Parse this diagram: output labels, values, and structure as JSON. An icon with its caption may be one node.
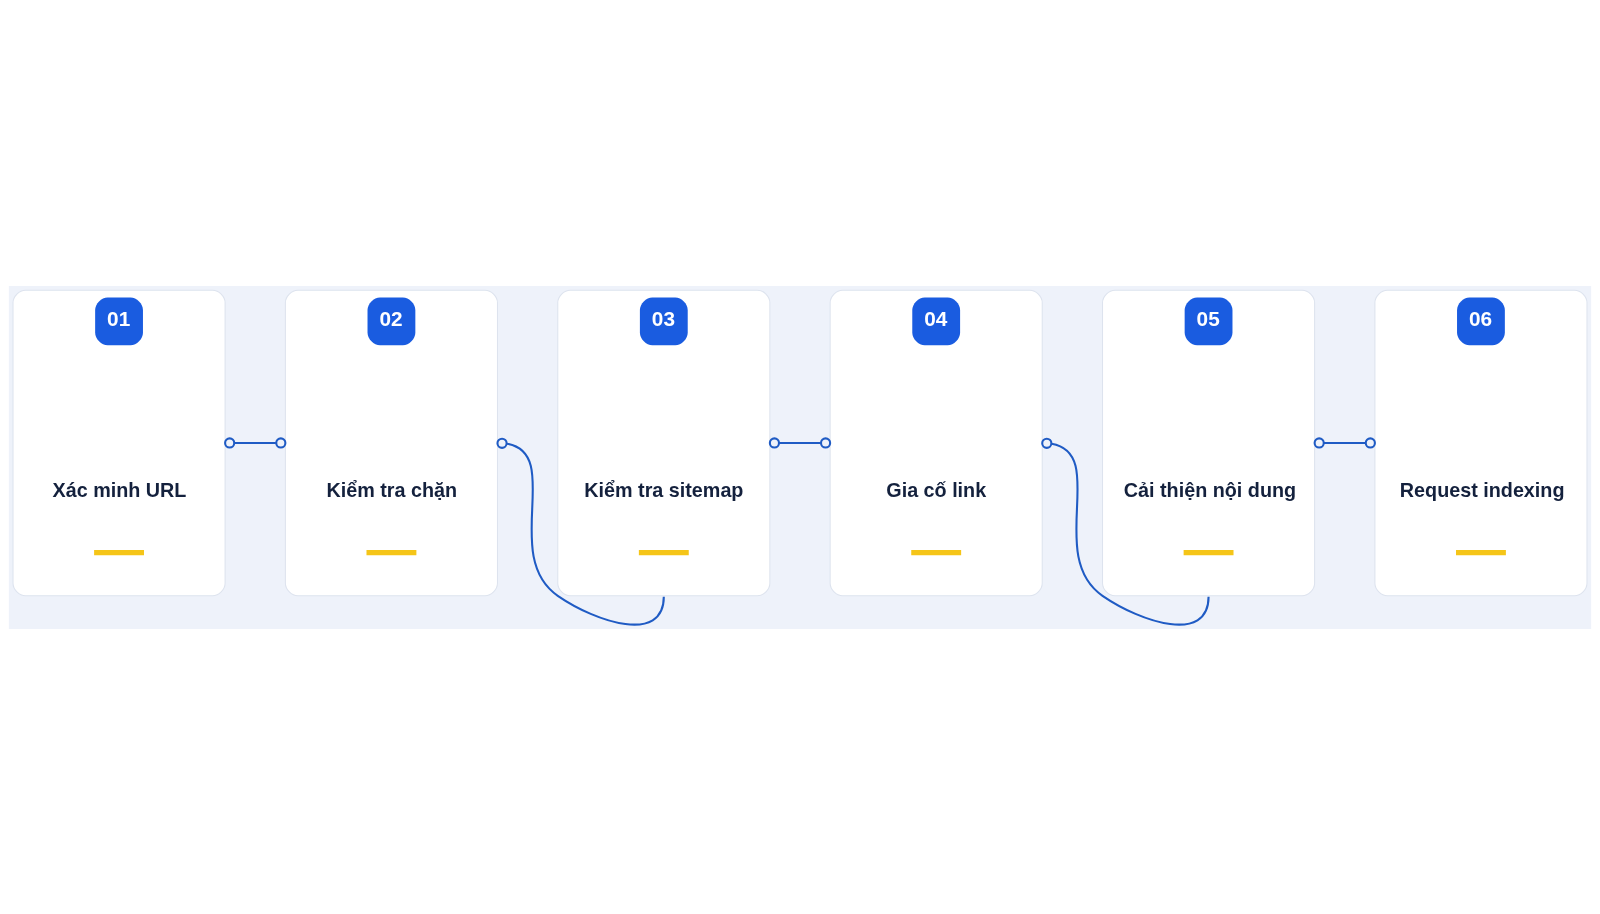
{
  "diagram": {
    "nodes": [
      {
        "text": [
          "01",
          "Xác minh URL"
        ]
      },
      {
        "text": [
          "02",
          "Kiểm tra chặn"
        ]
      },
      {
        "text": [
          "03",
          "Kiểm tra sitemap"
        ]
      },
      {
        "text": [
          "04",
          "Gia cố link"
        ]
      },
      {
        "text": [
          "05",
          "Cải thiện nội dung"
        ]
      },
      {
        "text": [
          "06",
          "Request indexing"
        ]
      }
    ],
    "edges": [
      {
        "from": 0,
        "to": 1,
        "arrow": "other"
      },
      {
        "from": 1,
        "to": 2,
        "arrow": "other"
      },
      {
        "from": 2,
        "to": 3,
        "arrow": "other"
      },
      {
        "from": 3,
        "to": 4,
        "arrow": "other"
      },
      {
        "from": 4,
        "to": 5,
        "arrow": "other"
      }
    ]
  }
}
